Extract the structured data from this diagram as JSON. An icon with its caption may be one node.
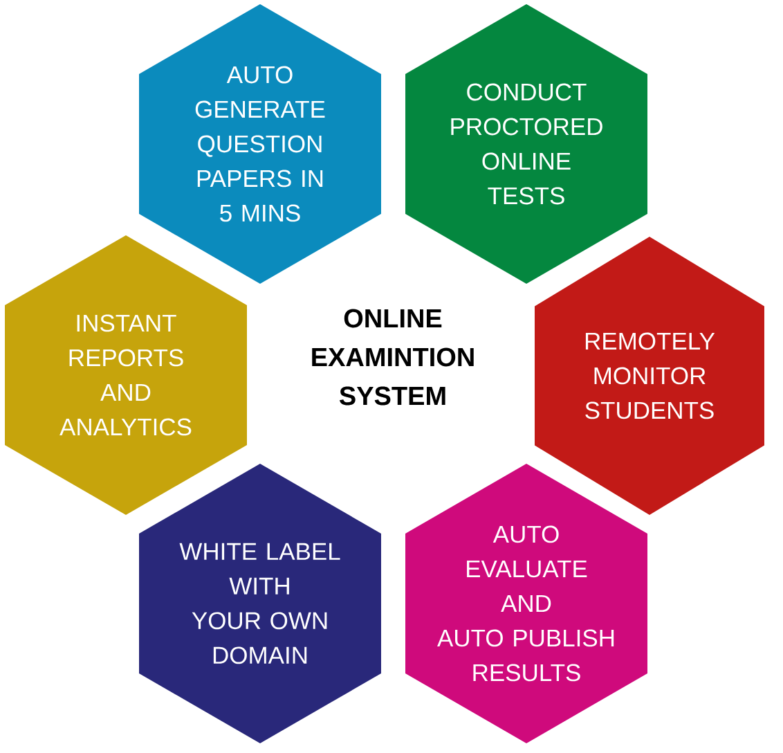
{
  "diagram": {
    "title": "ONLINE EXAMINTION SYSTEM",
    "nodes": [
      {
        "text": [
          "AUTO GENERATE QUESTION PAPERS IN 5 MINS"
        ]
      },
      {
        "text": [
          "CONDUCT PROCTORED ONLINE TESTS"
        ]
      },
      {
        "text": [
          "INSTANT REPORTS AND ANALYTICS"
        ]
      },
      {
        "text": [
          "REMOTELY MONITOR STUDENTS"
        ]
      },
      {
        "text": [
          "WHITE LABEL WITH YOUR OWN DOMAIN"
        ]
      },
      {
        "text": [
          "AUTO EVALUATE AND AUTO PUBLISH RESULTS"
        ]
      }
    ]
  }
}
